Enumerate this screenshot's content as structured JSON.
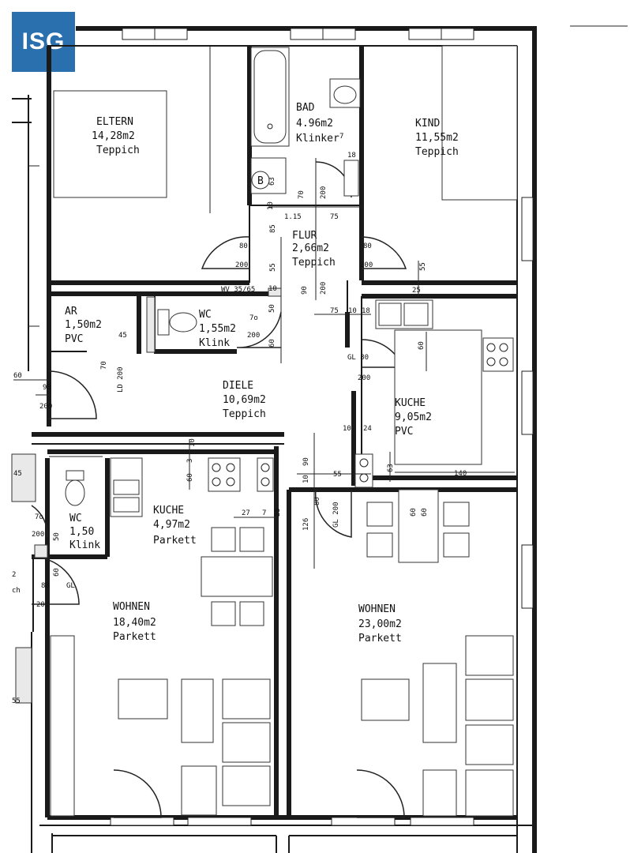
{
  "logo": {
    "text": "ISG",
    "color": "#2a6fae"
  },
  "rooms": [
    {
      "id": "eltern",
      "name": "ELTERN",
      "area": "14,28m2",
      "floor": "Teppich"
    },
    {
      "id": "bad",
      "name": "BAD",
      "area": "4.96m2",
      "floor": "Klinker"
    },
    {
      "id": "kind",
      "name": "KIND",
      "area": "11,55m2",
      "floor": "Teppich"
    },
    {
      "id": "flur",
      "name": "FLUR",
      "area": "2,66m2",
      "floor": "Teppich"
    },
    {
      "id": "ar",
      "name": "AR",
      "area": "1,50m2",
      "floor": "PVC"
    },
    {
      "id": "wc1",
      "name": "WC",
      "area": "1,55m2",
      "floor": "Klink"
    },
    {
      "id": "diele",
      "name": "DIELE",
      "area": "10,69m2",
      "floor": "Teppich"
    },
    {
      "id": "kuche1",
      "name": "KUCHE",
      "area": "9,05m2",
      "floor": "PVC"
    },
    {
      "id": "kuche2",
      "name": "KUCHE",
      "area": "4,97m2",
      "floor": "Parkett"
    },
    {
      "id": "wc2",
      "name": "WC",
      "area": "1,50",
      "floor": "Klink"
    },
    {
      "id": "wohnen1",
      "name": "WOHNEN",
      "area": "18,40m2",
      "floor": "Parkett"
    },
    {
      "id": "wohnen2",
      "name": "WOHNEN",
      "area": "23,00m2",
      "floor": "Parkett"
    }
  ],
  "fixtures": {
    "boiler": "B",
    "boiler_dim": "63"
  },
  "dimensions": [
    "7",
    "18",
    "70",
    "200",
    "10",
    "1.15",
    "75",
    "85",
    "80",
    "200",
    "55",
    "80",
    "200",
    "55",
    "WV 35/65",
    "10",
    "90",
    "200",
    "25",
    "75",
    "10",
    "18",
    "50",
    "7o",
    "200",
    "60",
    "45",
    "70",
    "LD 200",
    "GL 80",
    "200",
    "60",
    "60",
    "90",
    "200",
    "10",
    "24",
    "63",
    "140",
    "10",
    "90",
    "55",
    "10",
    "60",
    "3",
    "126",
    "80",
    "GL 200",
    "27",
    "7",
    "25",
    "60",
    "60",
    "45",
    "7o",
    "200",
    "50",
    "60",
    "80",
    "GL",
    "200",
    "2",
    "ch",
    "55"
  ]
}
